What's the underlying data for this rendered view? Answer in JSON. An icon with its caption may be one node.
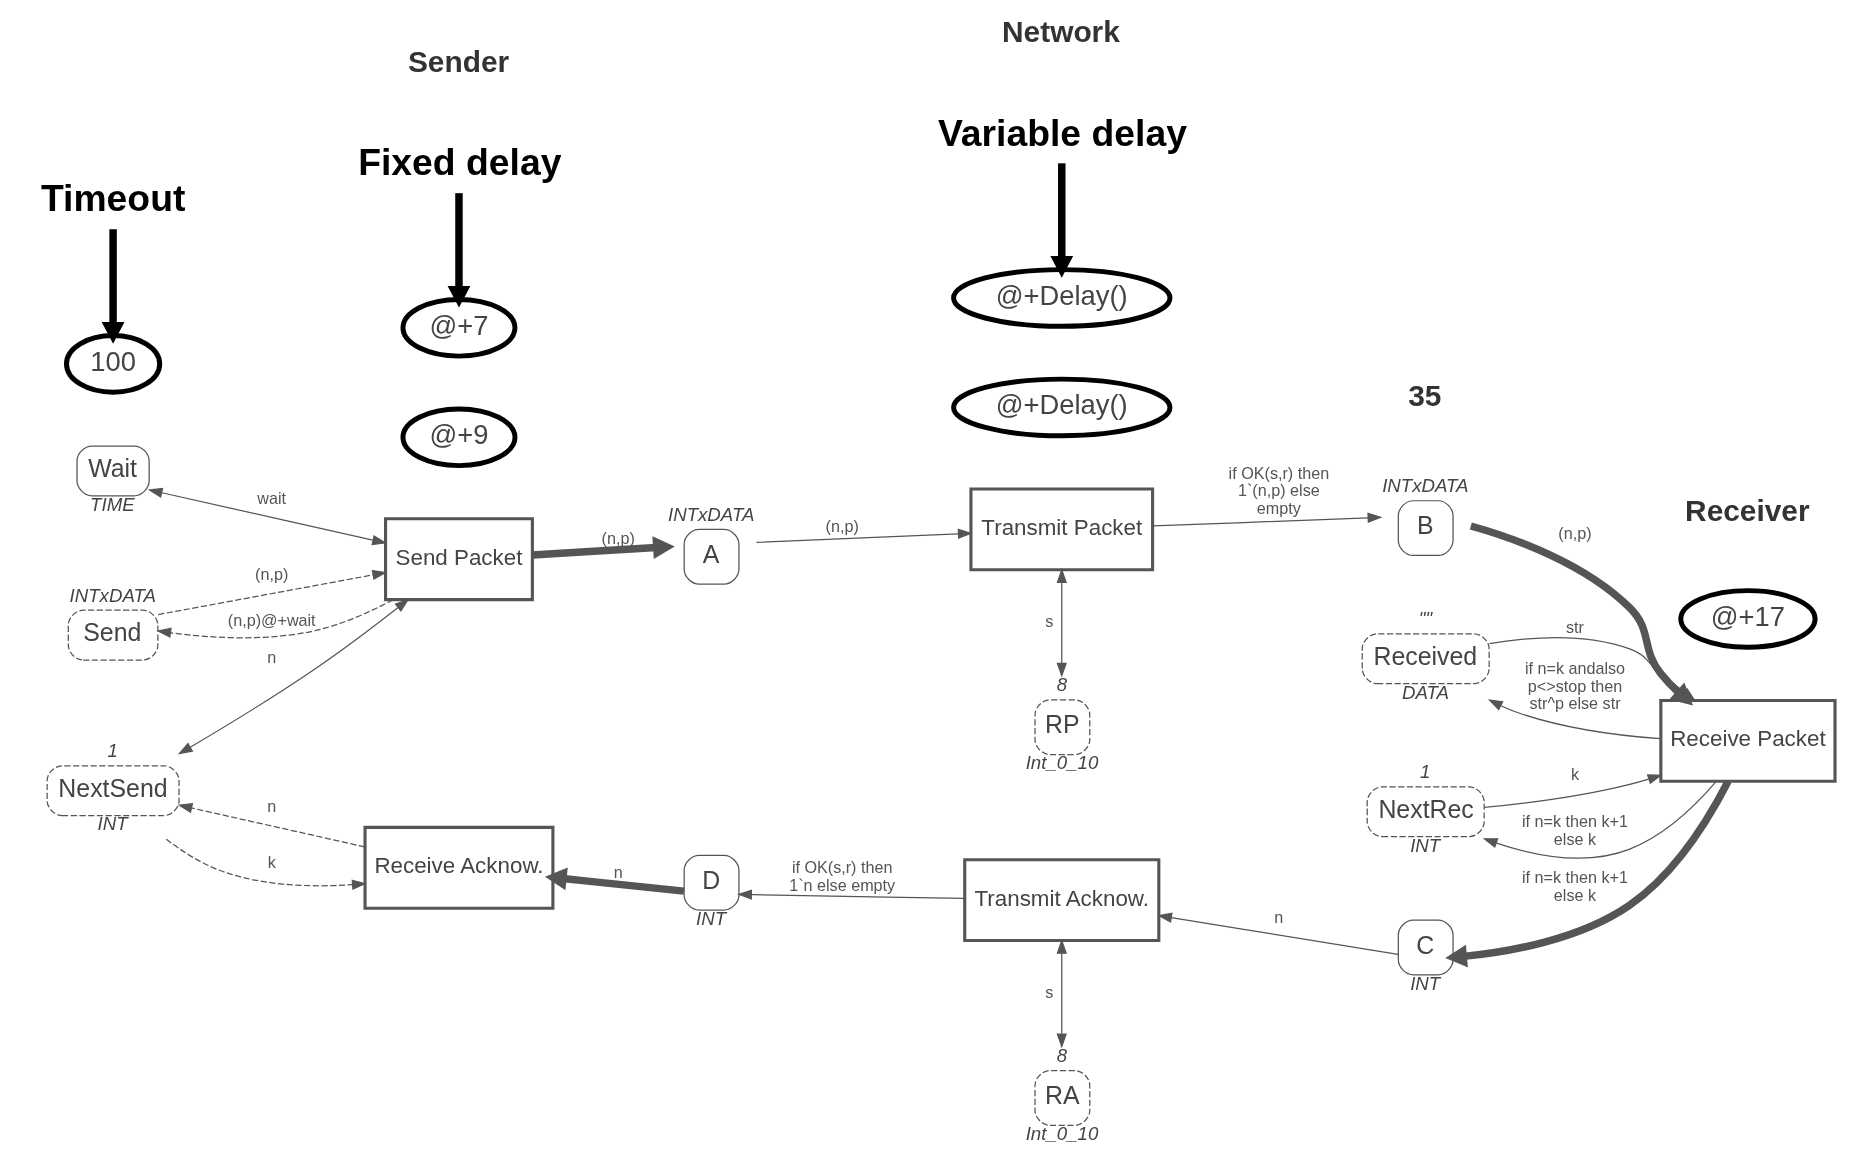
{
  "diagram": {
    "nodes": [
      {
        "text": [
          "Send"
        ],
        "beside": [
          "INTxDATA"
        ]
      },
      {
        "text": [
          "100"
        ]
      },
      {
        "text": [
          "Wait"
        ],
        "beside": [
          "TIME"
        ]
      },
      {
        "text": [
          "Send Packet"
        ]
      },
      {
        "text": [
          "A"
        ],
        "beside": [
          "INTxDATA"
        ]
      },
      {
        "text": [
          "Transmit Packet"
        ]
      },
      {
        "text": [
          "B"
        ],
        "beside": [
          "INTxDATA"
        ]
      },
      {
        "text": [
          "Received"
        ],
        "beside": [
          "\"\"",
          "DATA"
        ]
      },
      {
        "text": [
          "Receive Packet"
        ]
      },
      {
        "text": [
          "@+9"
        ]
      },
      {
        "text": [
          "@+Delay()"
        ]
      },
      {
        "text": [
          "RP"
        ],
        "beside": [
          "8",
          "Int_0_10"
        ]
      },
      {
        "text": [
          "NextSend"
        ],
        "beside": [
          "1",
          "INT"
        ]
      },
      {
        "text": [
          "NextRec"
        ],
        "beside": [
          "1",
          "INT"
        ]
      },
      {
        "text": [
          "RA"
        ],
        "beside": [
          "8",
          "Int_0_10"
        ]
      },
      {
        "text": [
          "@+17"
        ]
      },
      {
        "text": [
          "Receive Acknow."
        ]
      },
      {
        "text": [
          "C"
        ],
        "beside": [
          "INT"
        ]
      },
      {
        "text": [
          "Transmit Acknow."
        ]
      },
      {
        "text": [
          "D"
        ],
        "beside": [
          "INT"
        ]
      },
      {
        "text": [
          "@+7"
        ]
      },
      {
        "text": [
          "@+Delay()"
        ]
      },
      {
        "text": [
          "Timeout"
        ]
      },
      {
        "text": [
          "Fixed delay"
        ]
      },
      {
        "text": [
          "Variable delay"
        ]
      }
    ],
    "edges": [
      {
        "from": 0,
        "to": 3,
        "arrow": "to",
        "label": "(n,p)",
        "style": "dashed"
      },
      {
        "from": 3,
        "to": 0,
        "arrow": "to",
        "label": "(n,p)@+wait",
        "style": "dashed"
      },
      {
        "from": 2,
        "to": 3,
        "arrow": "both",
        "label": "wait"
      },
      {
        "from": 3,
        "to": 12,
        "arrow": "both",
        "label": "n"
      },
      {
        "from": 12,
        "to": 16,
        "arrow": "to",
        "label": "k",
        "style": "dashed"
      },
      {
        "from": 16,
        "to": 12,
        "arrow": "to",
        "label": "n",
        "style": "dashed"
      },
      {
        "from": 3,
        "to": 4,
        "arrow": "to",
        "label": "(n,p)",
        "style": "thick"
      },
      {
        "from": 4,
        "to": 5,
        "arrow": "to",
        "label": "(n,p)"
      },
      {
        "from": 5,
        "to": 11,
        "arrow": "both",
        "label": "s"
      },
      {
        "from": 5,
        "to": 6,
        "arrow": "to",
        "label": "if OK(s,r) then 1`(n,p) else empty"
      },
      {
        "from": 6,
        "to": 8,
        "arrow": "to",
        "label": "(n,p)",
        "style": "thick"
      },
      {
        "from": 7,
        "to": 8,
        "arrow": "to",
        "label": "str"
      },
      {
        "from": 8,
        "to": 7,
        "arrow": "to",
        "label": "if n=k andalso p<>stop then str^p else str"
      },
      {
        "from": 13,
        "to": 8,
        "arrow": "to",
        "label": "k"
      },
      {
        "from": 8,
        "to": 13,
        "arrow": "to",
        "label": "if n=k then k+1 else k"
      },
      {
        "from": 8,
        "to": 17,
        "arrow": "to",
        "label": "if n=k then k+1 else k",
        "style": "thick"
      },
      {
        "from": 17,
        "to": 18,
        "arrow": "to",
        "label": "n"
      },
      {
        "from": 18,
        "to": 14,
        "arrow": "both",
        "label": "s"
      },
      {
        "from": 18,
        "to": 19,
        "arrow": "to",
        "label": "if OK(s,r) then 1`n else empty"
      },
      {
        "from": 19,
        "to": 16,
        "arrow": "to",
        "label": "n",
        "style": "thick"
      },
      {
        "from": 22,
        "to": 1,
        "arrow": "to",
        "style": "thick",
        "color": "#000000"
      },
      {
        "from": 23,
        "to": 20,
        "arrow": "to",
        "style": "thick",
        "color": "#000000"
      },
      {
        "from": 24,
        "to": 21,
        "arrow": "to",
        "style": "thick",
        "color": "#000000"
      }
    ],
    "labels": [
      "Sender",
      "Network",
      "Receiver",
      "35"
    ]
  }
}
